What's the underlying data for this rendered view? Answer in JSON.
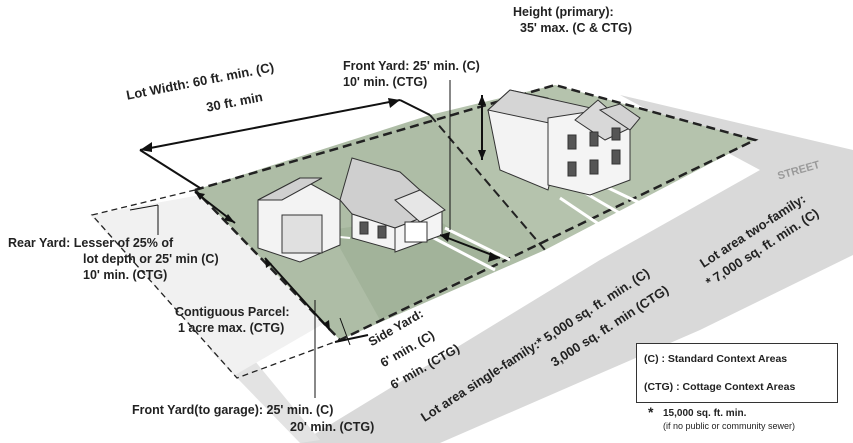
{
  "height": {
    "line1": "Height (primary):",
    "line2": "35' max. (C & CTG)"
  },
  "front_yard": {
    "line1": "Front Yard: 25' min. (C)",
    "line2": "10' min. (CTG)"
  },
  "lot_width": {
    "line1": "Lot Width: 60 ft. min. (C)",
    "line2": "30 ft. min"
  },
  "rear_yard": {
    "line1": "Rear Yard: Lesser of 25% of",
    "line2": "lot depth or 25' min (C)",
    "line3": "10' min. (CTG)"
  },
  "contiguous_parcel": {
    "line1": "Contiguous Parcel:",
    "line2": "1 acre max. (CTG)"
  },
  "side_yard": {
    "line1": "Side Yard:",
    "line2": "6' min. (C)",
    "line3": "6' min. (CTG)"
  },
  "lot_area_single": {
    "line1": "Lot area single-family:* 5,000 sq. ft. min. (C)",
    "line2": "3,000 sq. ft. min (CTG)"
  },
  "lot_area_two": {
    "line1": "Lot area two-family:",
    "line2": "* 7,000 sq. ft. min. (C)"
  },
  "front_yard_garage": {
    "line1": "Front Yard(to garage): 25' min. (C)",
    "line2": "20' min. (CTG)"
  },
  "street_label": "STREET",
  "legend": {
    "standard": "(C) : Standard Context Areas",
    "cottage": "(CTG) : Cottage Context Areas"
  },
  "footnote": {
    "line1": "15,000 sq. ft. min.",
    "line2": "(if no public or community sewer)"
  },
  "footnote_marker": "*",
  "colors": {
    "lot_green": "#b5c3ad",
    "lot_green_dark": "#9fb097",
    "street_gray": "#d6d6d6",
    "house_white": "#f4f4f4",
    "roof_gray": "#cfcfcf"
  }
}
